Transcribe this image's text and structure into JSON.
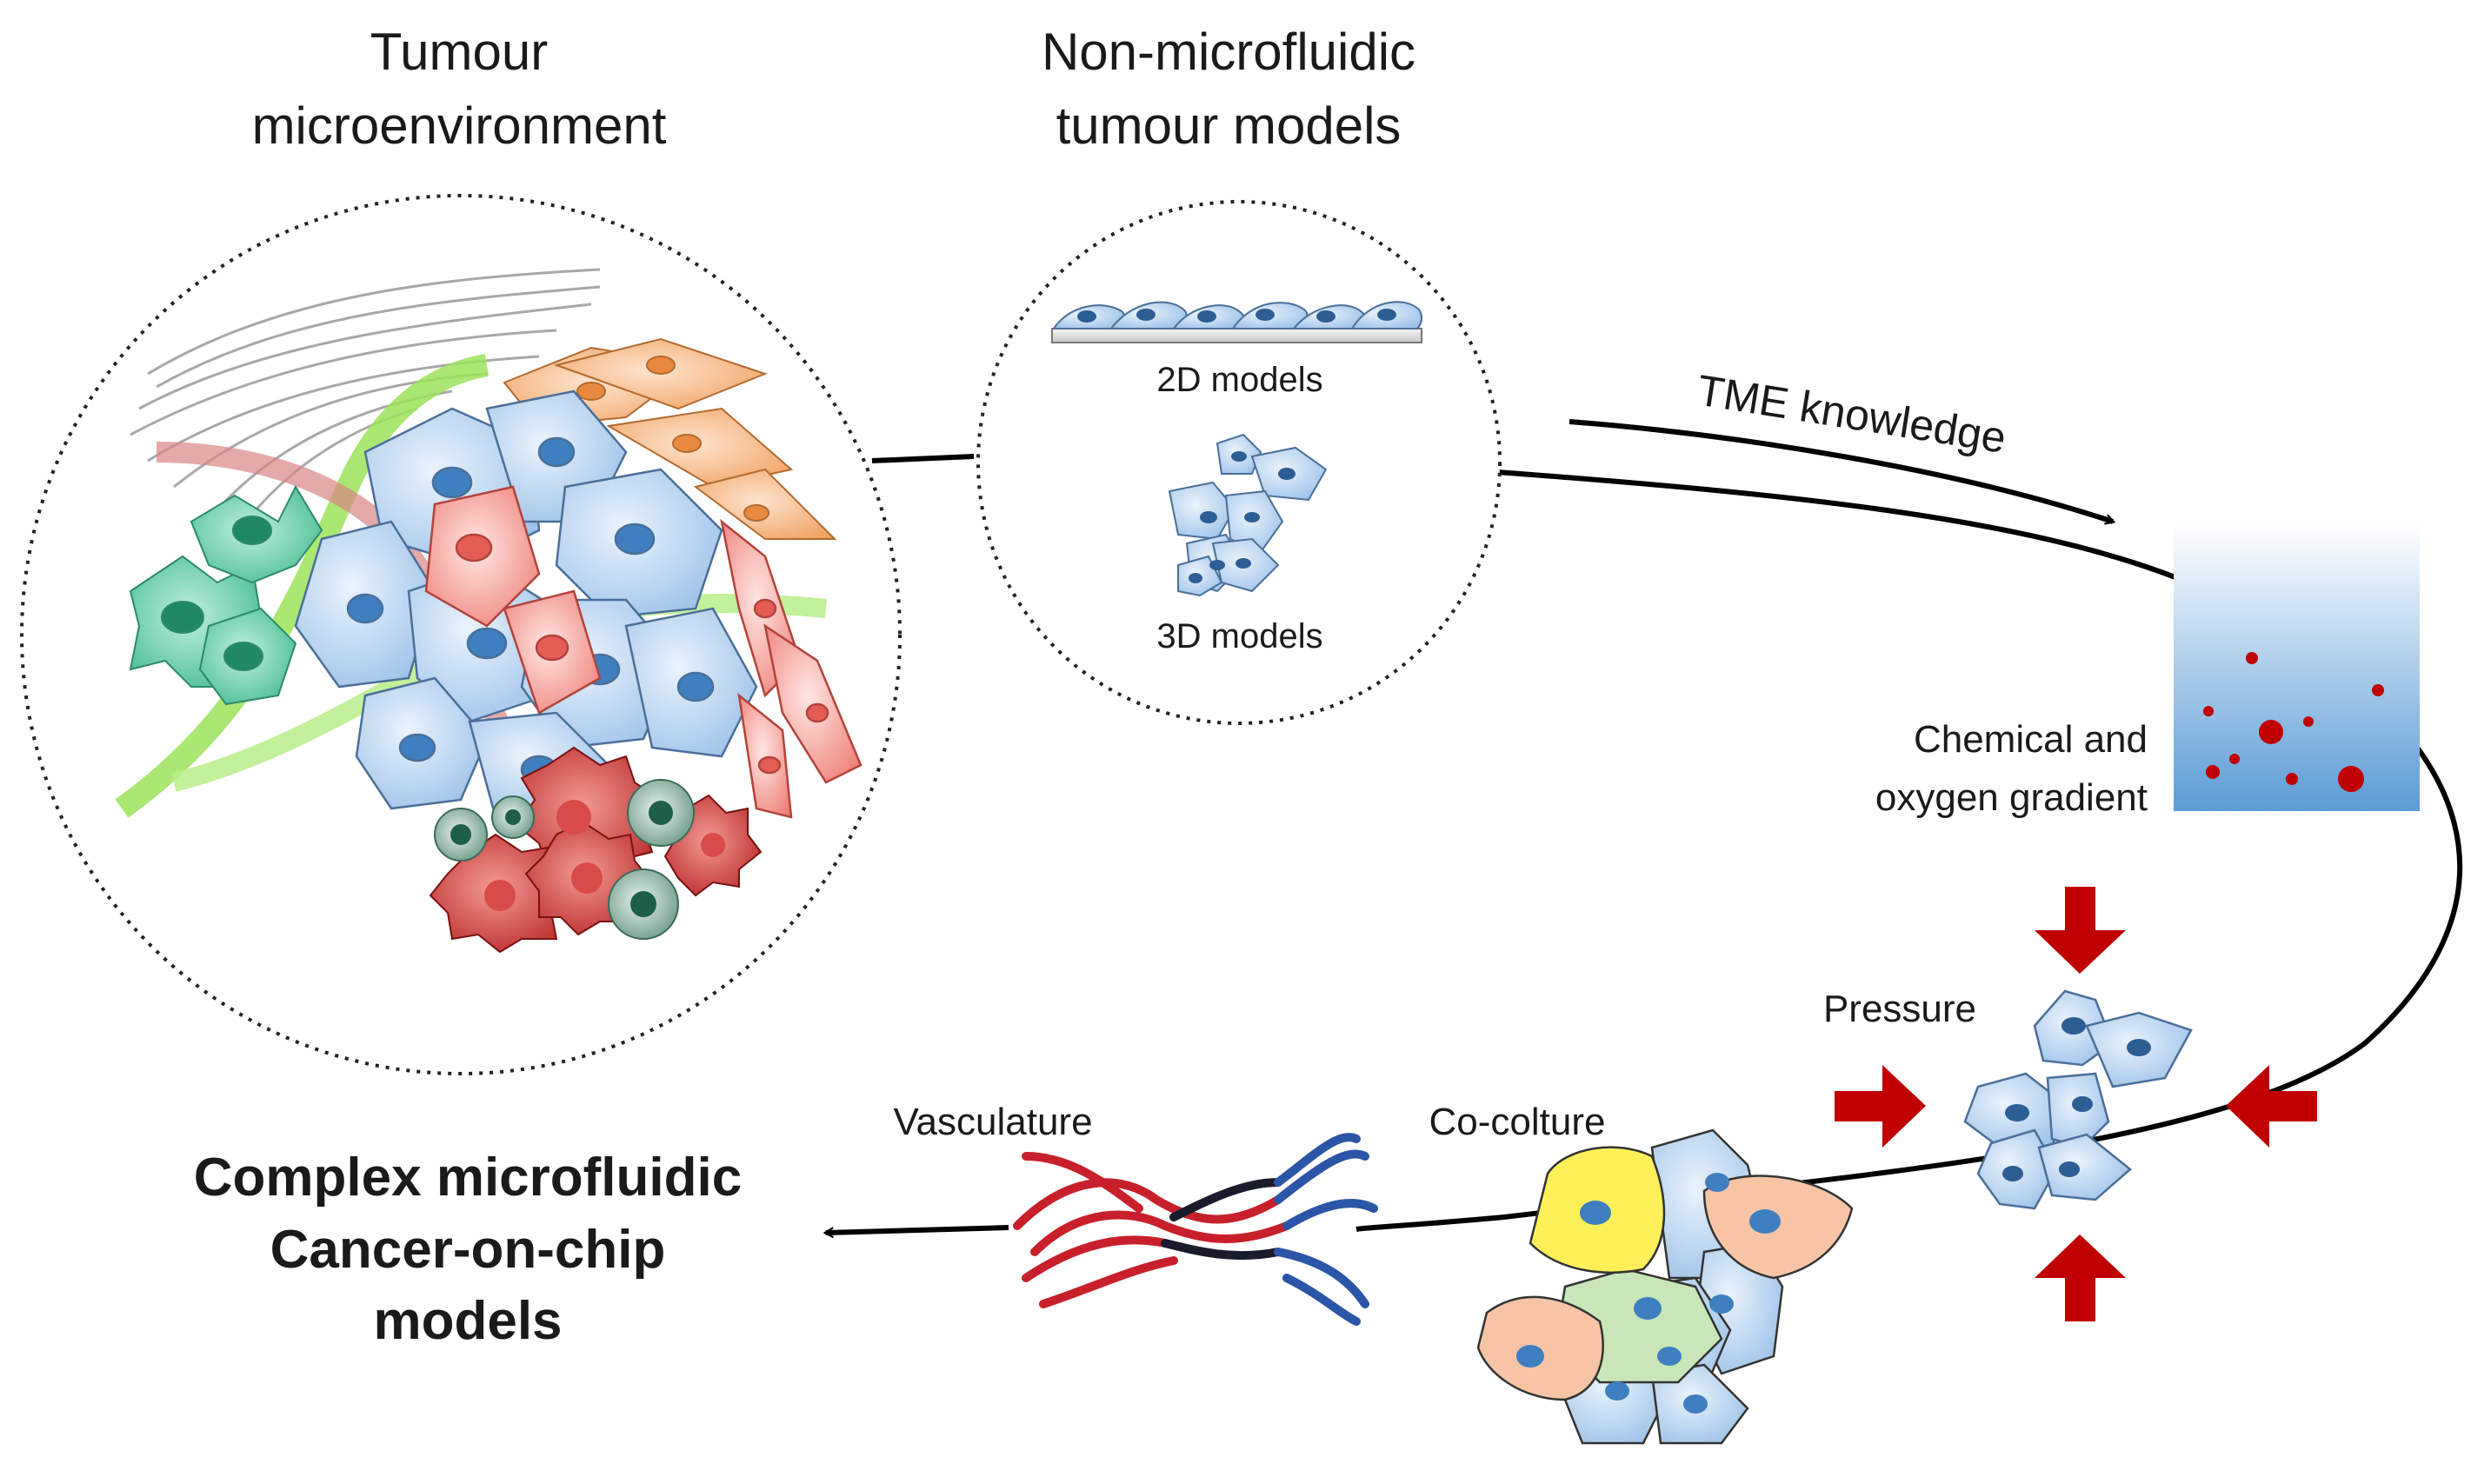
{
  "labels": {
    "tme_title_1": "Tumour",
    "tme_title_2": "microenvironment",
    "nonmicro_title_1": "Non-microfluidic",
    "nonmicro_title_2": "tumour models",
    "models_2d": "2D models",
    "models_3d": "3D models",
    "tme_knowledge": "TME knowledge",
    "gradient_1": "Chemical  and",
    "gradient_2": "oxygen gradient",
    "pressure": "Pressure",
    "coculture": "Co-colture",
    "vasculature": "Vasculature",
    "final_1": "Complex microfluidic",
    "final_2": "Cancer-on-chip",
    "final_3": "models"
  },
  "colors": {
    "cell_blue": "#bcd6f0",
    "nucleus_blue": "#3f7fbf",
    "cancer_red": "#f29a93",
    "fibroblast_orange": "#f3b07c",
    "green_cell": "#59c7a0",
    "immune_red": "#c93434",
    "arrow_red": "#c00000",
    "vessel_red": "#c8202a",
    "vessel_blue": "#2b55a6",
    "coculture_yellow": "#fff05a",
    "coculture_peach": "#f7c4a6",
    "coculture_green": "#c9e6b8"
  }
}
